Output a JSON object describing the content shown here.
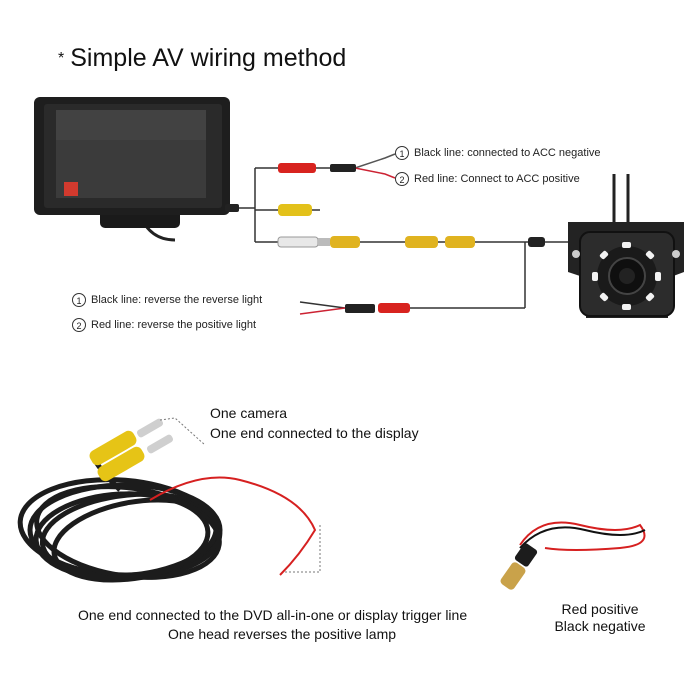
{
  "title": {
    "star": "*",
    "text": "Simple AV wiring method"
  },
  "display_notes": [
    {
      "num": "1",
      "text": "Black line: connected to ACC negative"
    },
    {
      "num": "2",
      "text": "Red line: Connect to ACC positive"
    }
  ],
  "reverse_notes": [
    {
      "num": "1",
      "text": "Black line: reverse the reverse light"
    },
    {
      "num": "2",
      "text": "Red line: reverse the positive light"
    }
  ],
  "camera_cable_captions": [
    "One camera",
    "One end connected to the display"
  ],
  "bottom_captions": [
    "One end connected to the DVD all-in-one or display trigger line",
    "One head reverses the positive lamp"
  ],
  "power_captions": [
    "Red positive",
    "Black negative"
  ]
}
